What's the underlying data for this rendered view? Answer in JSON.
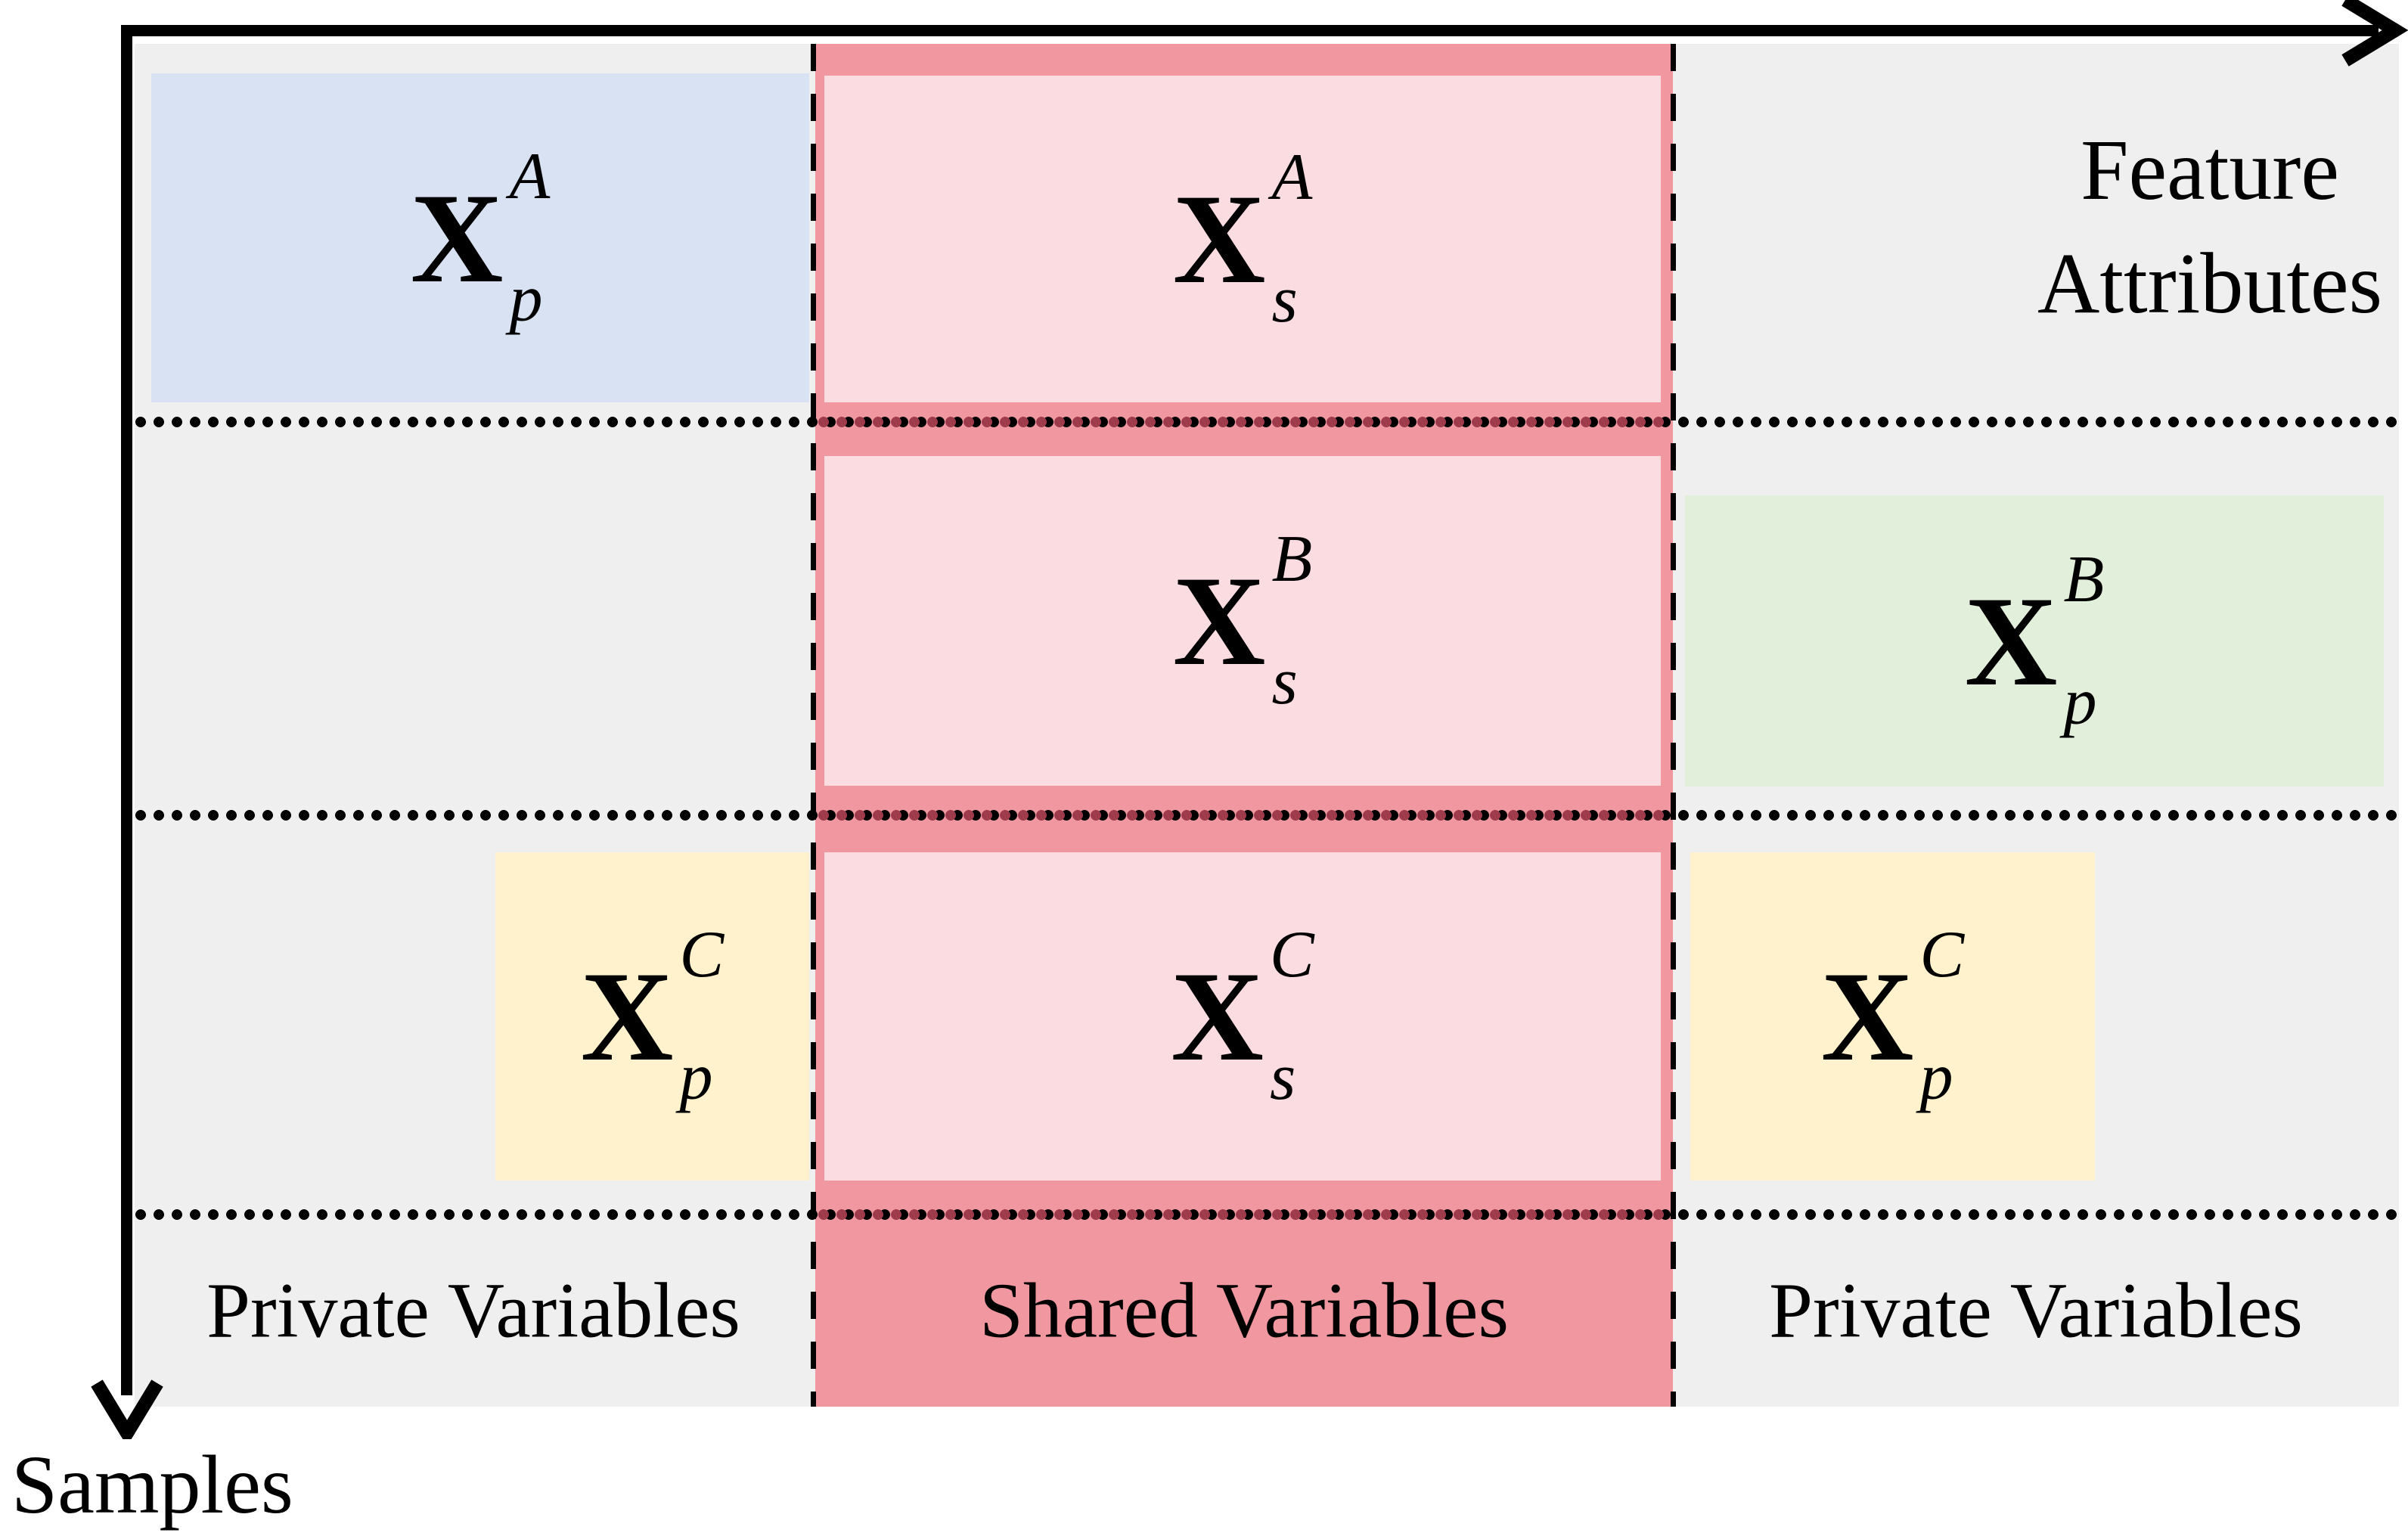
{
  "axes": {
    "x_label_line1": "Feature",
    "x_label_line2": "Attributes",
    "y_label": "Samples"
  },
  "blocks": {
    "private_a": {
      "base": "X",
      "sup": "A",
      "sub": "p"
    },
    "shared_a": {
      "base": "X",
      "sup": "A",
      "sub": "s"
    },
    "shared_b": {
      "base": "X",
      "sup": "B",
      "sub": "s"
    },
    "private_b": {
      "base": "X",
      "sup": "B",
      "sub": "p"
    },
    "private_c_left": {
      "base": "X",
      "sup": "C",
      "sub": "p"
    },
    "shared_c": {
      "base": "X",
      "sup": "C",
      "sub": "s"
    },
    "private_c_right": {
      "base": "X",
      "sup": "C",
      "sub": "p"
    }
  },
  "footer": {
    "left": "Private Variables",
    "middle": "Shared Variables",
    "right": "Private Variables"
  },
  "colors": {
    "page_bg": "#ffffff",
    "panel_bg": "#efefef",
    "shared_band": "#f0979f",
    "shared_block": "#fbdce0",
    "private_a_block": "#d9e2f3",
    "private_b_block": "#e2efda",
    "private_c_block": "#fff2cc",
    "dot_line": "#000000",
    "dot_line_shared": "#9e3c4b",
    "axis": "#000000"
  }
}
